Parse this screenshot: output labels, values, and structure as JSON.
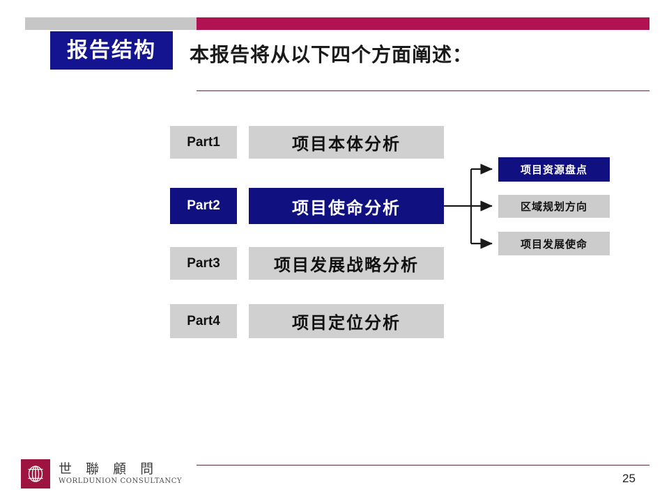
{
  "slide": {
    "page_number": "25",
    "section_tag": "报告结构",
    "title": "本报告将从以下四个方面阐述：",
    "colors": {
      "accent_blue": "#101080",
      "accent_crimson": "#b01252",
      "box_gray": "#d0d0d0",
      "tag_blue": "#141490",
      "logo_crimson": "#9e1440",
      "rule": "#5a3040"
    }
  },
  "parts": [
    {
      "chip": "Part1",
      "title": "项目本体分析",
      "active": false
    },
    {
      "chip": "Part2",
      "title": "项目使命分析",
      "active": true
    },
    {
      "chip": "Part3",
      "title": "项目发展战略分析",
      "active": false
    },
    {
      "chip": "Part4",
      "title": "项目定位分析",
      "active": false
    }
  ],
  "sub_boxes": [
    {
      "label": "项目资源盘点",
      "active": true
    },
    {
      "label": "区域规划方向",
      "active": false
    },
    {
      "label": "项目发展使命",
      "active": false
    }
  ],
  "footer": {
    "logo_cn": "世 聯 顧 問",
    "logo_en": "WORLDUNION CONSULTANCY",
    "logo_mark": "worldunion-emblem-icon"
  }
}
